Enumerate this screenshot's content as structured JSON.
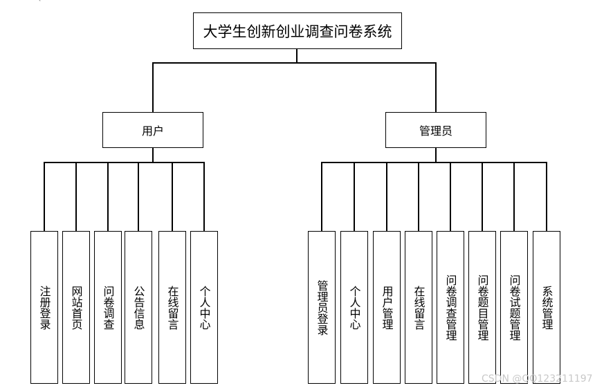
{
  "root": {
    "label": "大学生创新创业调查问卷系统"
  },
  "branches": [
    {
      "label": "用户",
      "children": [
        "注册登录",
        "网站首页",
        "问卷调查",
        "公告信息",
        "在线留言",
        "个人中心"
      ]
    },
    {
      "label": "管理员",
      "children": [
        "管理员登录",
        "个人中心",
        "用户管理",
        "在线留言",
        "问卷调查管理",
        "问卷题目管理",
        "问卷试题管理",
        "系统管理"
      ]
    }
  ],
  "watermark": "CSDN @QQ123211197"
}
